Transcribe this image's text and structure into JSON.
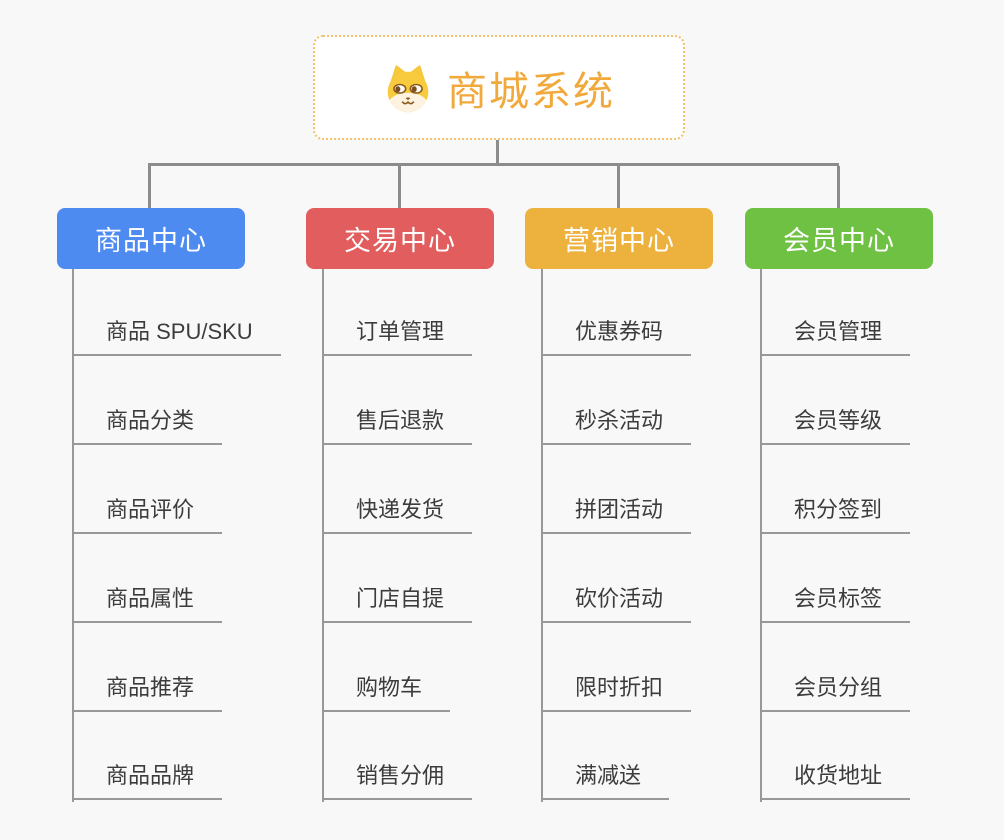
{
  "root": {
    "label": "商城系统",
    "icon": "dog-face-icon",
    "text_color": "#f2a93b",
    "border_color": "#f2c06a"
  },
  "connector_color": "#8c8c8c",
  "branches": [
    {
      "id": "product-center",
      "label": "商品中心",
      "color": "#4d8bf0",
      "items": [
        "商品 SPU/SKU",
        "商品分类",
        "商品评价",
        "商品属性",
        "商品推荐",
        "商品品牌"
      ]
    },
    {
      "id": "trade-center",
      "label": "交易中心",
      "color": "#e25d5d",
      "items": [
        "订单管理",
        "售后退款",
        "快递发货",
        "门店自提",
        "购物车",
        "销售分佣"
      ]
    },
    {
      "id": "marketing-center",
      "label": "营销中心",
      "color": "#edb23e",
      "items": [
        "优惠券码",
        "秒杀活动",
        "拼团活动",
        "砍价活动",
        "限时折扣",
        "满减送"
      ]
    },
    {
      "id": "member-center",
      "label": "会员中心",
      "color": "#6fc144",
      "items": [
        "会员管理",
        "会员等级",
        "积分签到",
        "会员标签",
        "会员分组",
        "收货地址"
      ]
    }
  ]
}
